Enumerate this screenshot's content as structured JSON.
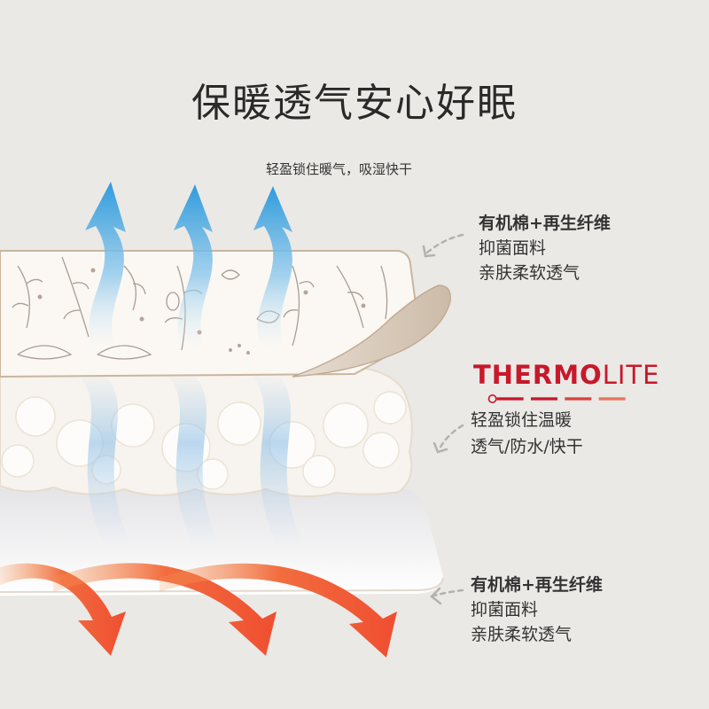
{
  "title": "保暖透气安心好眠",
  "top_caption": "轻盈锁住暖气，吸湿快干",
  "callout_top": {
    "head": "有机棉+再生纤维",
    "lines": [
      "抑菌面料",
      "亲肤柔软透气"
    ]
  },
  "brand": {
    "part1": "THERMO",
    "part2": "LITE",
    "color": "#c8182a"
  },
  "callout_mid": {
    "lines": [
      "轻盈锁住温暖",
      "透气/防水/快干"
    ]
  },
  "callout_bottom": {
    "head": "有机棉+再生纤维",
    "lines": [
      "抑菌面料",
      "亲肤柔软透气"
    ]
  },
  "icons": [
    "wavy-up-arrow-icon",
    "wavy-right-arrow-icon",
    "dashed-pointer-icon"
  ],
  "colors": {
    "background": "#ebe9e6",
    "blue_arrow": "#3aa0dc",
    "warm_arrow": "#ef5a35",
    "fabric": "#f6f1ea",
    "fabric_edge": "#c9b59f"
  }
}
